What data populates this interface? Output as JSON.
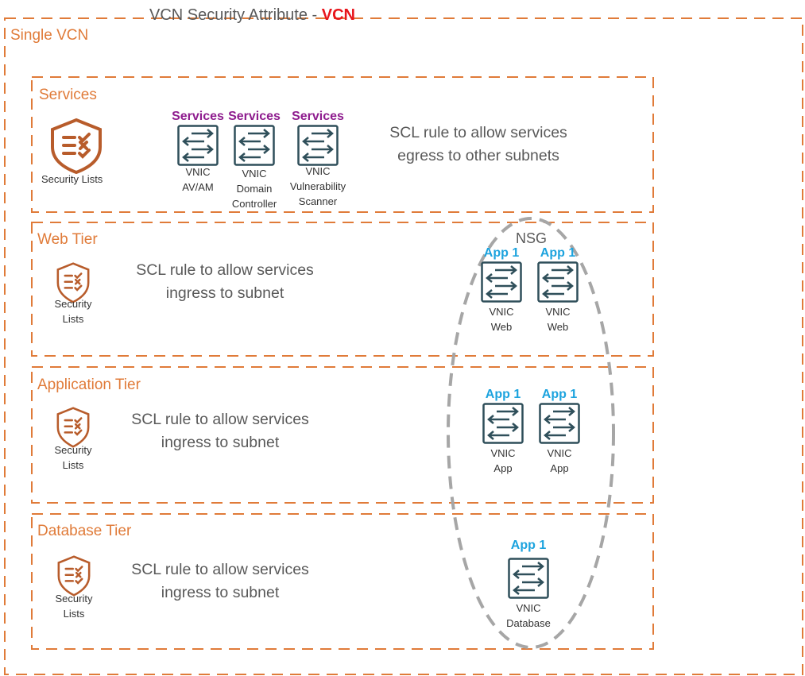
{
  "title": {
    "prefix": "VCN Security Attribute - ",
    "accent": "VCN"
  },
  "colors": {
    "box_border": "#e07b39",
    "label_orange": "#e07b39",
    "nsg_border": "#a6a6a6",
    "services_tag": "#8e1c8e",
    "app_tag": "#1ca3de",
    "title_accent": "#e8161c",
    "icon_orange": "#b85c2b",
    "vnic_icon": "#2f4f5a"
  },
  "outer": {
    "label": "Single VCN"
  },
  "services": {
    "label": "Services",
    "security_list": "Security Lists",
    "rule_lines": [
      "SCL rule to allow services",
      "egress to other subnets"
    ],
    "vnics": [
      {
        "tag": "Services",
        "lines": [
          "VNIC",
          "AV/AM"
        ]
      },
      {
        "tag": "Services",
        "lines": [
          "VNIC",
          "Domain",
          "Controller"
        ]
      },
      {
        "tag": "Services",
        "lines": [
          "VNIC",
          "Vulnerability",
          "Scanner"
        ]
      }
    ]
  },
  "nsg": {
    "label": "NSG"
  },
  "web": {
    "label": "Web Tier",
    "security_list": [
      "Security",
      "Lists"
    ],
    "rule_lines": [
      "SCL rule to allow services",
      "ingress to subnet"
    ],
    "vnics": [
      {
        "tag": "App 1",
        "lines": [
          "VNIC",
          "Web"
        ]
      },
      {
        "tag": "App 1",
        "lines": [
          "VNIC",
          "Web"
        ]
      }
    ]
  },
  "app": {
    "label": "Application Tier",
    "security_list": [
      "Security",
      "Lists"
    ],
    "rule_lines": [
      "SCL rule to allow services",
      "ingress to subnet"
    ],
    "vnics": [
      {
        "tag": "App 1",
        "lines": [
          "VNIC",
          "App"
        ]
      },
      {
        "tag": "App 1",
        "lines": [
          "VNIC",
          "App"
        ]
      }
    ]
  },
  "db": {
    "label": "Database Tier",
    "security_list": [
      "Security",
      "Lists"
    ],
    "rule_lines": [
      "SCL rule to allow services",
      "ingress to subnet"
    ],
    "vnics": [
      {
        "tag": "App 1",
        "lines": [
          "VNIC",
          "Database"
        ]
      }
    ]
  }
}
